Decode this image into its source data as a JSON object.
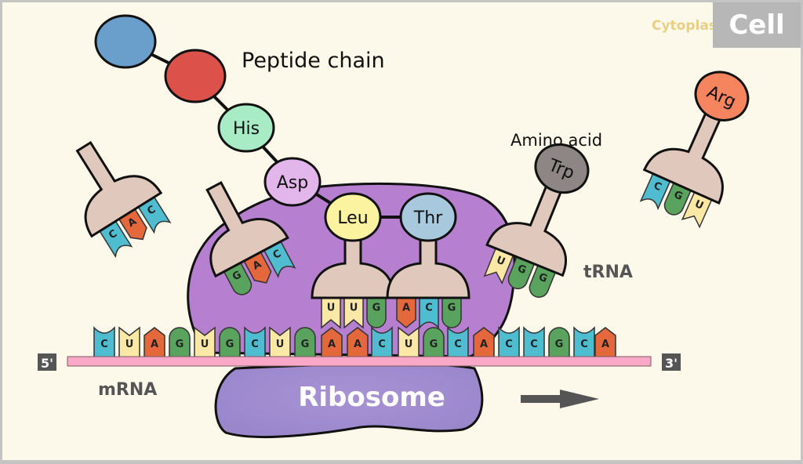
{
  "header": {
    "region_label": "Cytoplasm",
    "cell_label": "Cell"
  },
  "labels": {
    "peptide_chain": "Peptide chain",
    "amino_acid": "Amino acid",
    "trna": "tRNA",
    "mrna": "mRNA",
    "ribosome": "Ribosome",
    "five_prime": "5'",
    "three_prime": "3'"
  },
  "colors": {
    "background": "#fdf9ea",
    "border": "#c4c4c4",
    "ribosome_large": "#b77fcf",
    "ribosome_small": "#9c88cc",
    "mrna_strand": "#f9a8c8",
    "trna_body": "#e0c8bc",
    "base_C": "#4fbcd0",
    "base_U": "#fbe8a6",
    "base_A": "#e5683c",
    "base_G": "#5aa35e",
    "label_dark": "#555555",
    "cytoplasm_text": "#e8cf84"
  },
  "peptide_chain": [
    {
      "name": "",
      "color": "#6a9fcb"
    },
    {
      "name": "",
      "color": "#dc524b"
    },
    {
      "name": "His",
      "color": "#a7ecc5"
    },
    {
      "name": "Asp",
      "color": "#e2b6ea"
    },
    {
      "name": "Leu",
      "color": "#fcf3a0"
    },
    {
      "name": "Thr",
      "color": "#a8c9dd"
    }
  ],
  "mrna_sequence": [
    "C",
    "U",
    "A",
    "G",
    "U",
    "G",
    "C",
    "U",
    "G",
    "A",
    "A",
    "C",
    "U",
    "G",
    "C",
    "A",
    "C",
    "C",
    "G",
    "C",
    "A"
  ],
  "trnas": [
    {
      "id": "trna-free-left",
      "anticodon": [
        "C",
        "A",
        "C"
      ],
      "amino_acid": ""
    },
    {
      "id": "trna-exiting",
      "anticodon": [
        "G",
        "A",
        "C"
      ],
      "amino_acid": ""
    },
    {
      "id": "trna-p-site",
      "anticodon": [
        "U",
        "U",
        "G"
      ],
      "amino_acid": "Leu"
    },
    {
      "id": "trna-a-site",
      "anticodon": [
        "A",
        "C",
        "G"
      ],
      "amino_acid": "Thr"
    },
    {
      "id": "trna-incoming",
      "anticodon": [
        "U",
        "G",
        "G"
      ],
      "amino_acid": "Trp",
      "amino_color": "#8e8585"
    },
    {
      "id": "trna-free-right",
      "anticodon": [
        "C",
        "G",
        "U"
      ],
      "amino_acid": "Arg",
      "amino_color": "#f5845f"
    }
  ]
}
